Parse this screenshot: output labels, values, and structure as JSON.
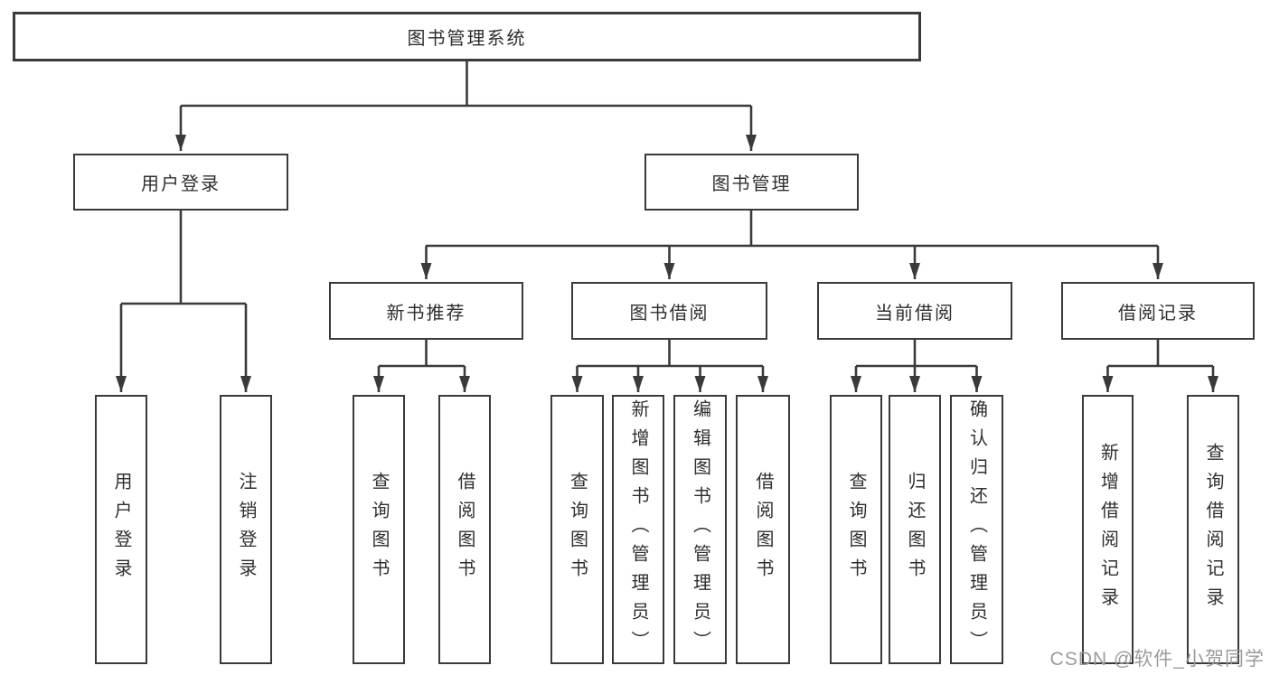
{
  "tree": {
    "root": "图书管理系统",
    "level2": {
      "login": "用户登录",
      "manage": "图书管理"
    },
    "level3": {
      "recommend": "新书推荐",
      "borrow": "图书借阅",
      "current": "当前借阅",
      "records": "借阅记录"
    },
    "leaves": {
      "login": [
        "用户登录",
        "注销登录"
      ],
      "recommend": [
        "查询图书",
        "借阅图书"
      ],
      "borrow": [
        "查询图书",
        "新增图书（管理员）",
        "编辑图书（管理员）",
        "借阅图书"
      ],
      "current": [
        "查询图书",
        "归还图书",
        "确认归还（管理员）"
      ],
      "records": [
        "新增借阅记录",
        "查询借阅记录"
      ]
    }
  },
  "watermark": "CSDN @软件_小贺同学",
  "colors": {
    "line": "#3a3a3a",
    "text": "#2f2f2f",
    "watermark": "#9b9b9b",
    "background": "#ffffff"
  }
}
